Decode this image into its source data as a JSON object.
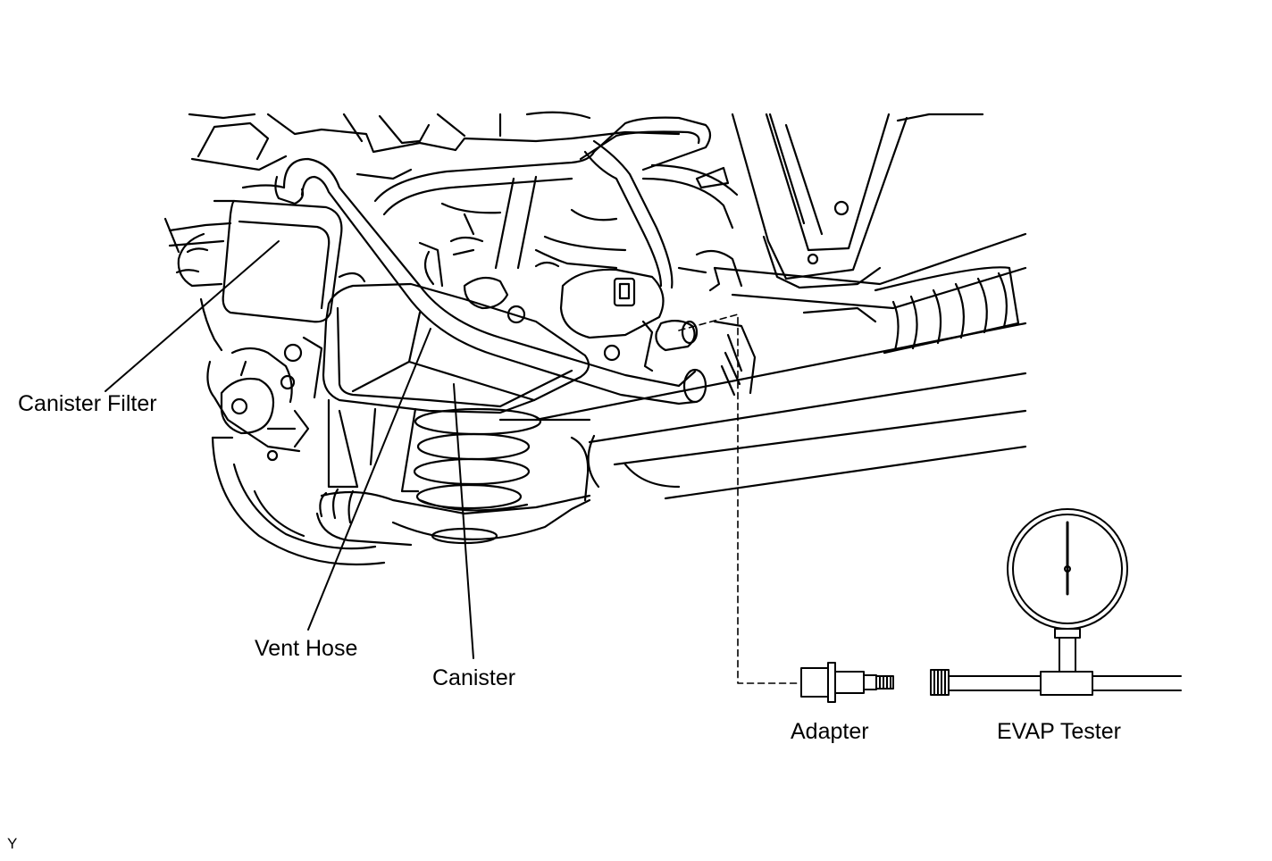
{
  "labels": {
    "canister_filter": "Canister Filter",
    "vent_hose": "Vent Hose",
    "canister": "Canister",
    "adapter": "Adapter",
    "evap_tester": "EVAP Tester",
    "figure_code": "Y"
  },
  "colors": {
    "line": "#000000",
    "background": "#ffffff"
  }
}
